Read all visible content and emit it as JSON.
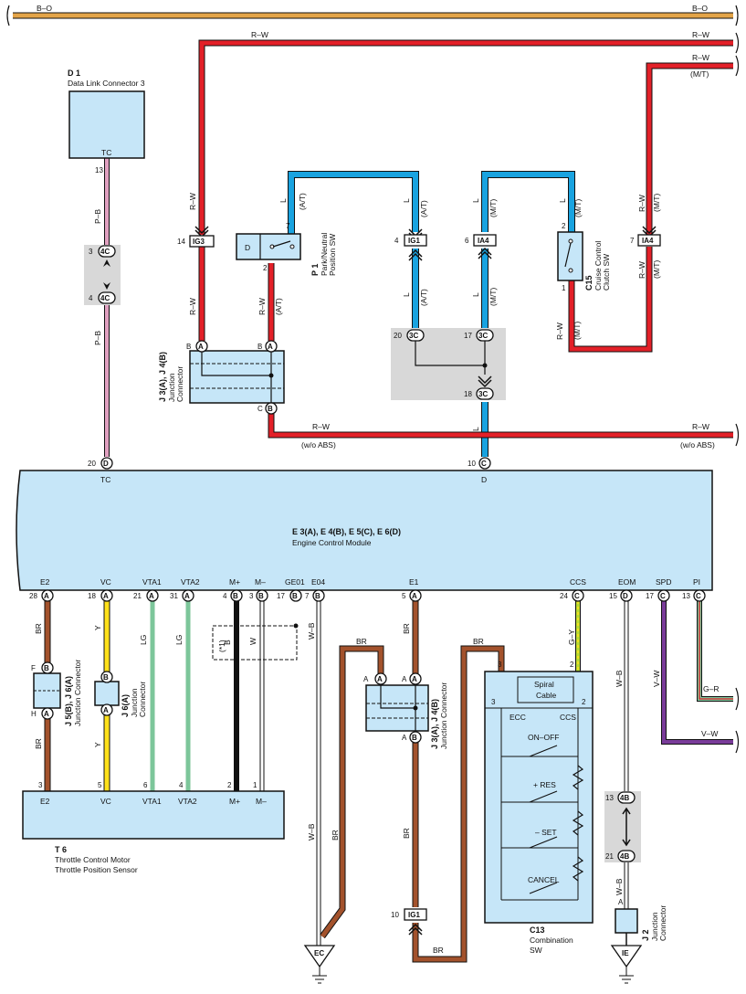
{
  "colors": {
    "ecm_fill": "#c6e6f8",
    "component_fill": "#c6e6f8",
    "junction_grey": "#d8d8d8",
    "wire_red": "#e32028",
    "wire_blue": "#19a3e0",
    "wire_brown": "#a3522c",
    "wire_pink": "#e0a0c0",
    "wire_yellow": "#ffe11a",
    "wire_lightgreen": "#7cc69a",
    "wire_black": "#111111",
    "wire_white": "#ffffff",
    "wire_orange": "#e3a448",
    "wire_purple": "#7a3c9a",
    "wire_gy": "#b6d934"
  },
  "wires": {
    "b_o": "B–O",
    "r_w": "R–W",
    "mt": "(M/T)",
    "at": "(A/T)",
    "l": "L",
    "p_b": "P–B",
    "wo_abs": "(w/o ABS)",
    "br": "BR",
    "y": "Y",
    "lg": "LG",
    "b": "B",
    "w": "W",
    "w_b": "W–B",
    "g_y": "G–Y",
    "v_w": "V–W",
    "g_r": "G–R",
    "note_1": "(*1)"
  },
  "components": {
    "d1": {
      "code": "D 1",
      "name": "Data Link Connector 3",
      "terminal": "TC"
    },
    "p1": {
      "code": "P 1",
      "name1": "Park/Neutral",
      "name2": "Position SW",
      "inner": "D"
    },
    "c15": {
      "code": "C15",
      "name1": "Cruise Control",
      "name2": "Clutch SW"
    },
    "j3j4": {
      "code": "J 3(A), J 4(B)",
      "name1": "Junction",
      "name2": "Connector"
    },
    "j3j4b": {
      "code": "J 3(A), J 4(B)",
      "name": "Junction Connector"
    },
    "j5j6": {
      "code": "J 5(B), J 6(A)",
      "name": "Junction Connector"
    },
    "j6": {
      "code": "J 6(A)",
      "name1": "Junction",
      "name2": "Connector"
    },
    "j2": {
      "code": "J 2",
      "name1": "Junction",
      "name2": "Connector"
    },
    "ecm": {
      "code": "E 3(A), E 4(B), E 5(C), E 6(D)",
      "name": "Engine Control Module"
    },
    "t6": {
      "code": "T 6",
      "name1": "Throttle Control Motor",
      "name2": "Throttle Position Sensor"
    },
    "c13": {
      "code": "C13",
      "name1": "Combination",
      "name2": "SW"
    },
    "spiral": {
      "line1": "Spiral",
      "line2": "Cable"
    }
  },
  "ecm_top_terminals": {
    "tc": "TC",
    "d": "D"
  },
  "ecm_bottom_terminals": [
    "E2",
    "VC",
    "VTA1",
    "VTA2",
    "M+",
    "M–",
    "GE01",
    "E04",
    "E1",
    "CCS",
    "EOM",
    "SPD",
    "PI"
  ],
  "t6_terminals": [
    "E2",
    "VC",
    "VTA1",
    "VTA2",
    "M+",
    "M–"
  ],
  "c13_labels": {
    "ecc": "ECC",
    "ccs": "CCS",
    "on_off": "ON–OFF",
    "res": "+ RES",
    "set": "– SET",
    "cancel": "CANCEL"
  },
  "connectors": {
    "ig3": "IG3",
    "ig1": "IG1",
    "ia4": "IA4",
    "c3": "3C",
    "c4": "4C",
    "b4": "4B",
    "a": "A",
    "b": "B",
    "c": "C",
    "d": "D",
    "f": "F",
    "h": "H"
  },
  "grounds": {
    "ec": "EC",
    "ie": "IE"
  },
  "pins": {
    "p2": "2",
    "p3": "3",
    "p4": "4",
    "p5": "5",
    "p6": "6",
    "p7": "7",
    "p10": "10",
    "p13": "13",
    "p14": "14",
    "p15": "15",
    "p17": "17",
    "p18": "18",
    "p20": "20",
    "p21": "21",
    "p24": "24",
    "p28": "28",
    "p31": "31",
    "p1": "1"
  }
}
